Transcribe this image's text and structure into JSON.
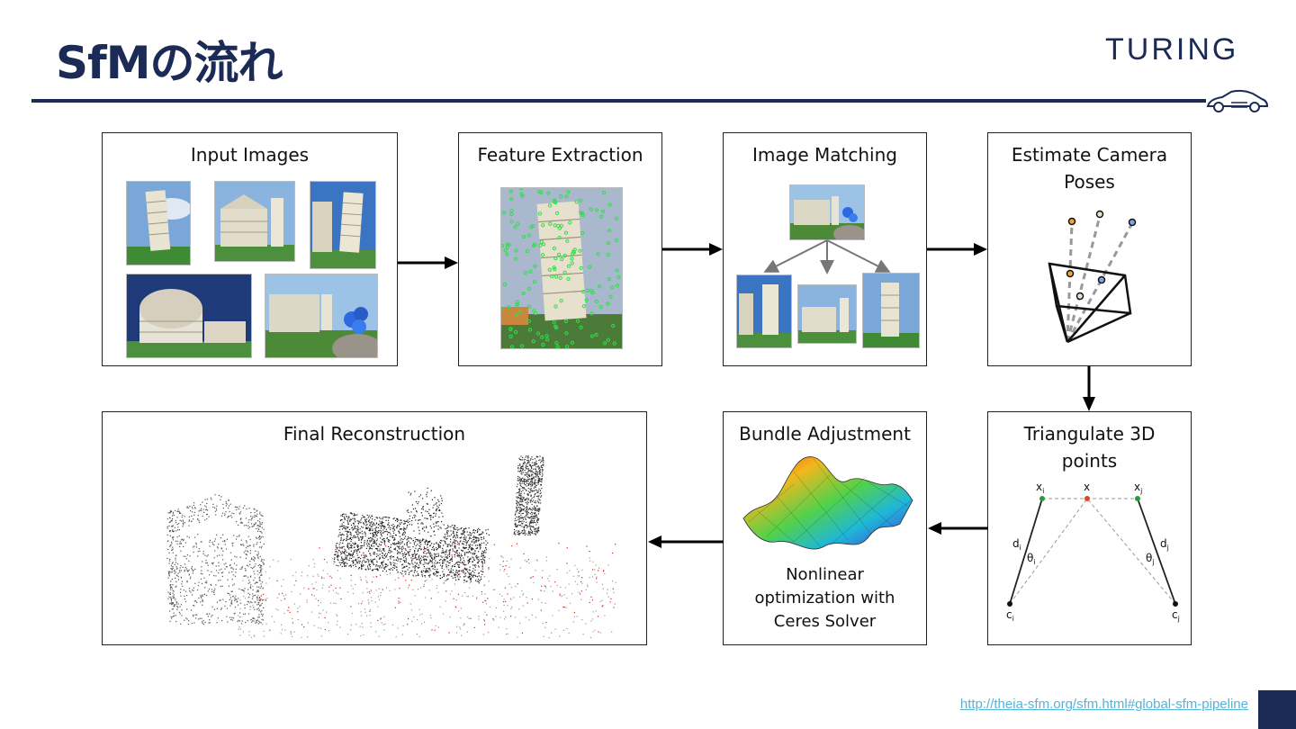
{
  "header": {
    "title": "SfMの流れ",
    "logo": "TURING"
  },
  "pipeline": {
    "input_images": "Input Images",
    "feature_extraction": "Feature Extraction",
    "image_matching": "Image Matching",
    "estimate_camera_poses": [
      "Estimate Camera",
      "Poses"
    ],
    "triangulate": [
      "Triangulate 3D",
      "points"
    ],
    "bundle_adjustment": "Bundle Adjustment",
    "bundle_caption": [
      "Nonlinear",
      "optimization with",
      "Ceres Solver"
    ],
    "final_reconstruction": "Final Reconstruction"
  },
  "triangulation_labels": {
    "xi": "x",
    "xi_sub": "i",
    "x": "x",
    "xj": "x",
    "xj_sub": "j",
    "di": "d",
    "di_sub": "i",
    "dj": "d",
    "dj_sub": "j",
    "thi": "θ",
    "thi_sub": "i",
    "thj": "θ",
    "thj_sub": "j",
    "ci": "c",
    "ci_sub": "i",
    "cj": "c",
    "cj_sub": "j"
  },
  "footer": {
    "source_link": "http://theia-sfm.org/sfm.html#global-sfm-pipeline"
  },
  "colors": {
    "brand_navy": "#1b2b55",
    "link": "#56b3d8",
    "sky": "#6f9fd6",
    "grass": "#3f8a35",
    "tower": "#e9e4d2"
  }
}
